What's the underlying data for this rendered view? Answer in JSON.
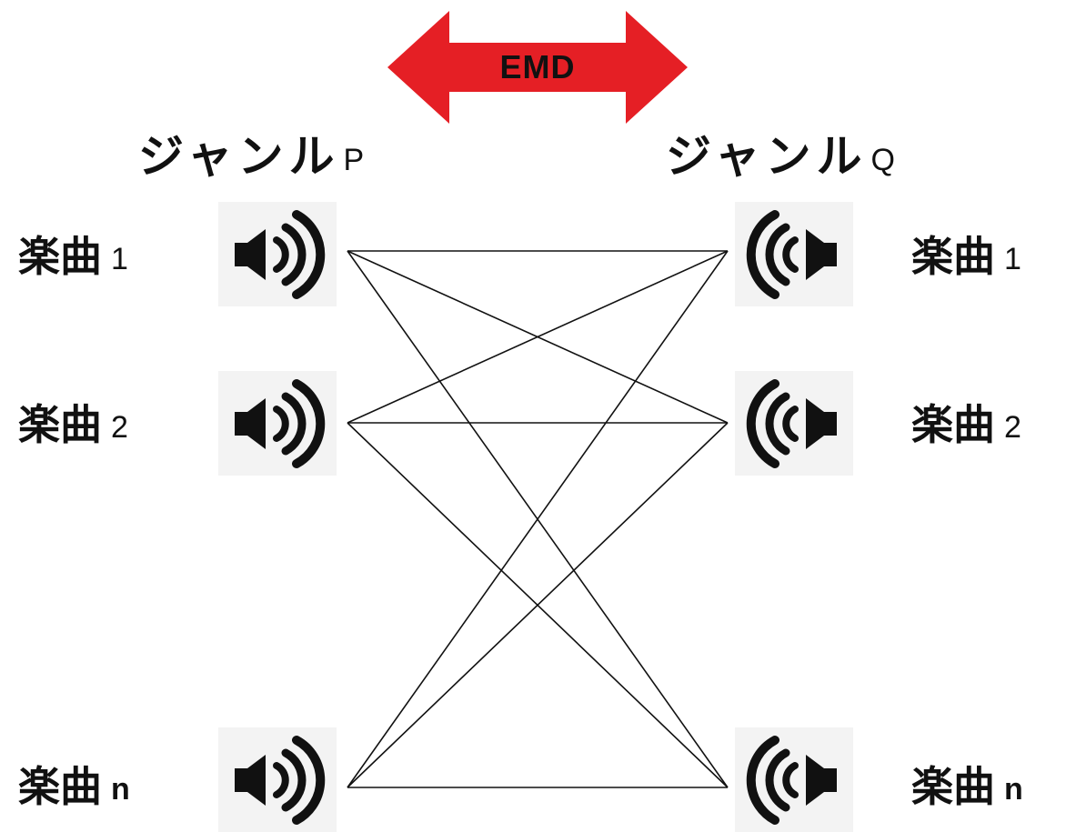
{
  "arrow": {
    "label": "EMD",
    "color": "#e51f25"
  },
  "genres": {
    "left": {
      "name": "ジャンル",
      "letter": "P"
    },
    "right": {
      "name": "ジャンル",
      "letter": "Q"
    }
  },
  "tracks": {
    "word": "楽曲",
    "left": [
      {
        "index": "1"
      },
      {
        "index": "2"
      },
      {
        "index": "n"
      }
    ],
    "right": [
      {
        "index": "1"
      },
      {
        "index": "2"
      },
      {
        "index": "n"
      }
    ]
  },
  "icons": {
    "left_speaker": "speaker-right-waves-icon",
    "right_speaker": "speaker-left-waves-icon"
  },
  "links": {
    "description": "complete bipartite connections from each left track to each right track",
    "pairs": [
      [
        "1",
        "1"
      ],
      [
        "1",
        "2"
      ],
      [
        "1",
        "n"
      ],
      [
        "2",
        "1"
      ],
      [
        "2",
        "2"
      ],
      [
        "2",
        "n"
      ],
      [
        "n",
        "1"
      ],
      [
        "n",
        "2"
      ],
      [
        "n",
        "n"
      ]
    ]
  }
}
